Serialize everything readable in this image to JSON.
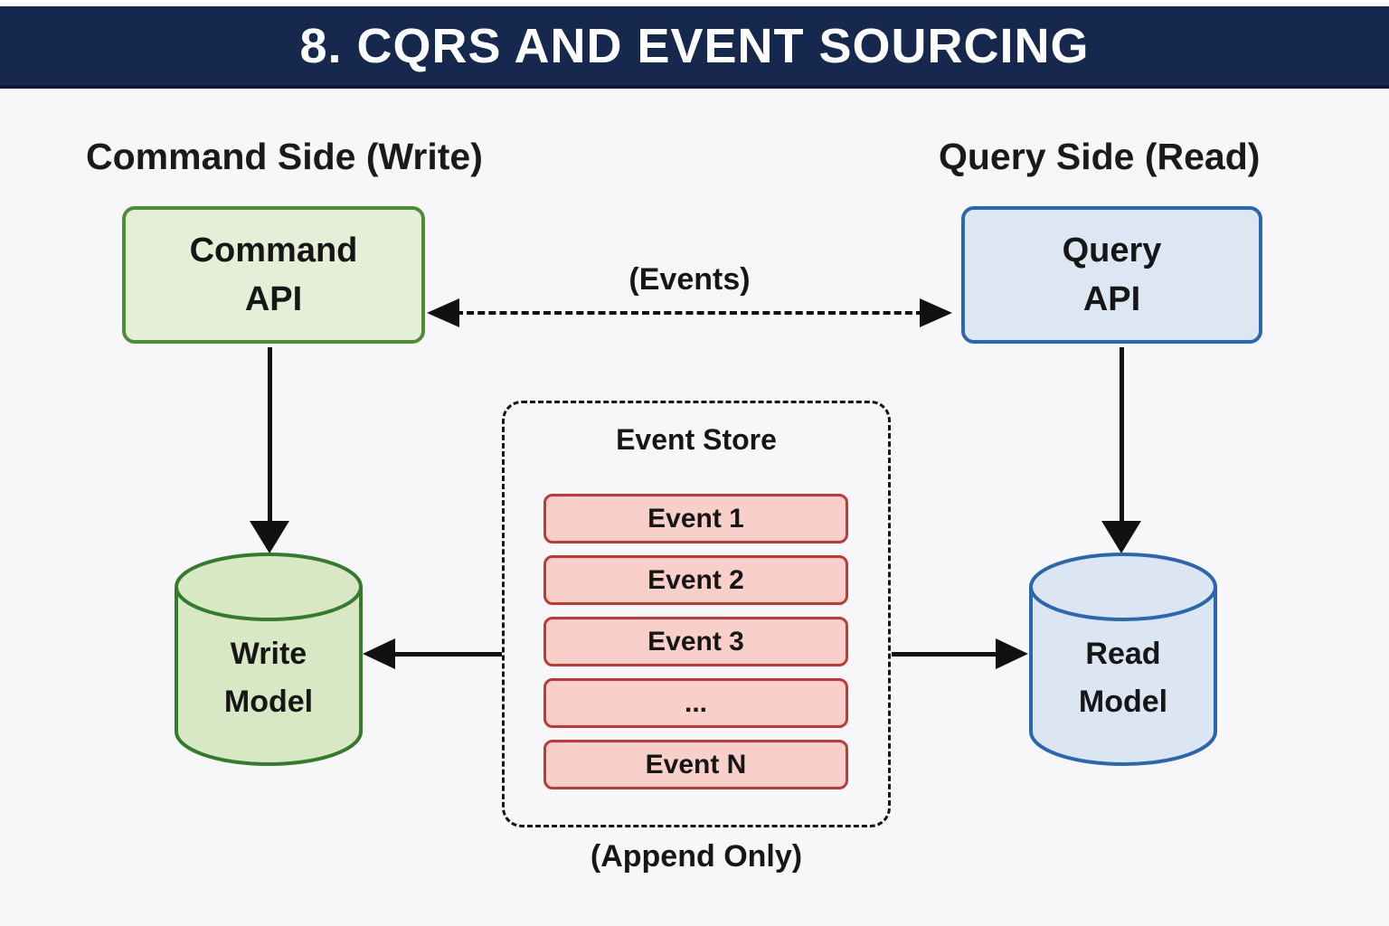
{
  "header": {
    "title": "8. CQRS AND EVENT SOURCING"
  },
  "labels": {
    "command_side": "Command Side (Write)",
    "query_side": "Query Side (Read)",
    "events_arrow": "(Events)",
    "append_only": "(Append Only)"
  },
  "nodes": {
    "command_api": {
      "line1": "Command",
      "line2": "API"
    },
    "query_api": {
      "line1": "Query",
      "line2": "API"
    },
    "write_model": {
      "line1": "Write",
      "line2": "Model"
    },
    "read_model": {
      "line1": "Read",
      "line2": "Model"
    }
  },
  "event_store": {
    "title": "Event Store",
    "events": [
      "Event 1",
      "Event 2",
      "Event 3",
      "...",
      "Event N"
    ]
  },
  "colors": {
    "header_bg": "#16284e",
    "command_fill": "#e5eed6",
    "command_border": "#4f8c39",
    "query_fill": "#dde7f3",
    "query_border": "#2b67ae",
    "write_fill": "#d9e8c4",
    "write_border": "#357a2d",
    "read_fill": "#dce6f2",
    "read_border": "#2b67ae",
    "event_fill": "#f9cfca",
    "event_border": "#c03a33"
  }
}
